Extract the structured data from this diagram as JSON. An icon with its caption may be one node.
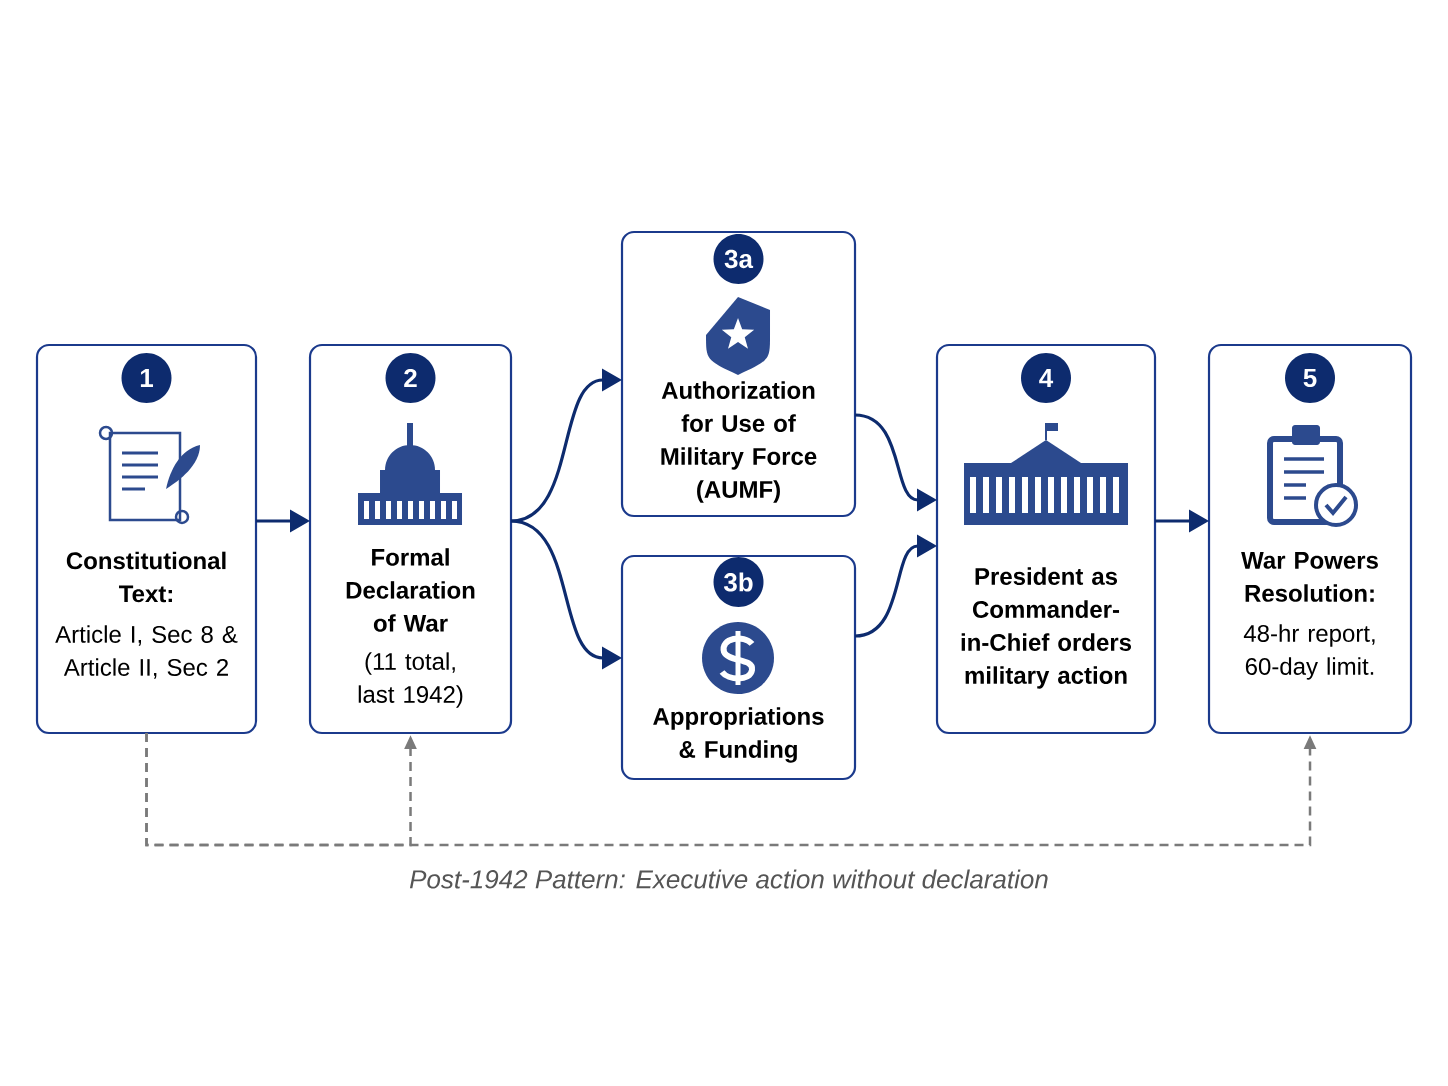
{
  "diagram": {
    "nodes": [
      {
        "text": [
          "Constitutional Text:",
          "Article I, Sec 8 & Article II, Sec 2"
        ]
      },
      {
        "text": [
          "1"
        ],
        "in": 0
      },
      {
        "text": [
          "Formal Declaration of War",
          "(11 total, last 1942)"
        ]
      },
      {
        "text": [
          "2"
        ],
        "in": 2
      },
      {
        "text": [
          "Authorization for Use of Military Force (AUMF)"
        ]
      },
      {
        "text": [
          "3a"
        ],
        "in": 4
      },
      {
        "text": [
          "Appropriations & Funding"
        ]
      },
      {
        "text": [
          "3b"
        ],
        "in": 6
      },
      {
        "text": [
          "President as Commander-in-Chief orders military action"
        ]
      },
      {
        "text": [
          "4"
        ],
        "in": 8
      },
      {
        "text": [
          "War Powers Resolution:",
          "48-hr report, 60-day limit."
        ]
      },
      {
        "text": [
          "5"
        ],
        "in": 10
      }
    ],
    "edges": [
      {
        "from": 0,
        "to": 2,
        "arrow": "to"
      },
      {
        "from": 2,
        "to": 4,
        "arrow": "to"
      },
      {
        "from": 2,
        "to": 6,
        "arrow": "to"
      },
      {
        "from": 4,
        "to": 8,
        "arrow": "to"
      },
      {
        "from": 6,
        "to": 8,
        "arrow": "to"
      },
      {
        "from": 8,
        "to": 10,
        "arrow": "to"
      },
      {
        "from": 0,
        "to": 2,
        "arrow": "to",
        "style": "dashed",
        "color": "#7a7a7a"
      },
      {
        "from": 0,
        "to": 10,
        "arrow": "to",
        "style": "dashed",
        "color": "#7a7a7a"
      }
    ],
    "labels": [
      "Post-1942 Pattern: Executive action without declaration"
    ]
  }
}
